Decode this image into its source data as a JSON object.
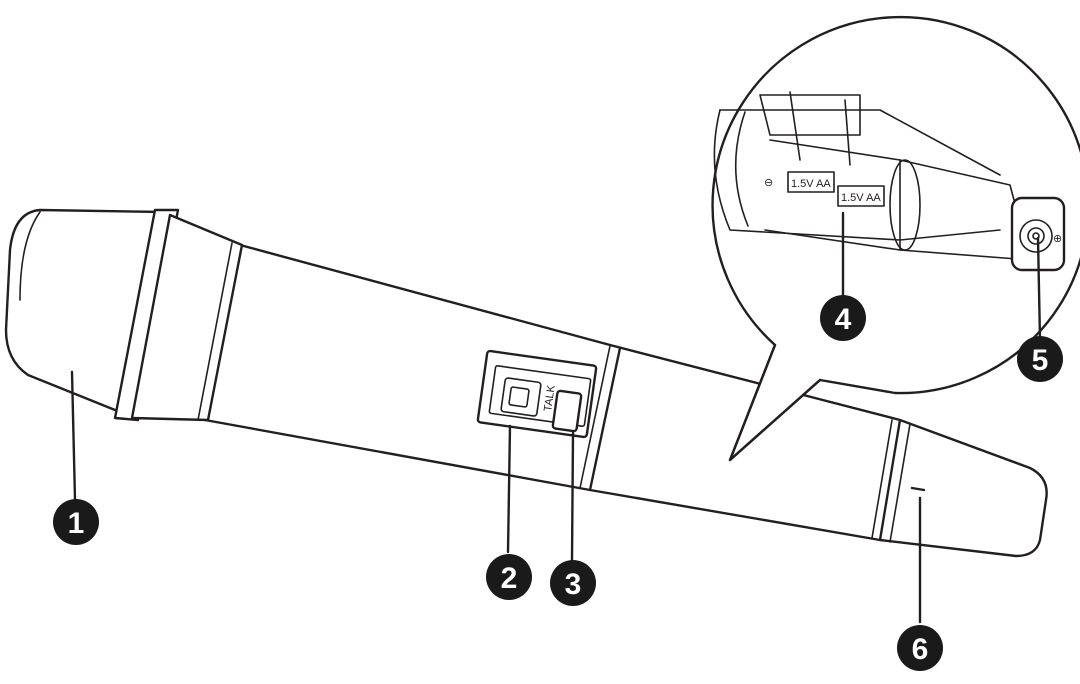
{
  "callouts": {
    "c1": "1",
    "c2": "2",
    "c3": "3",
    "c4": "4",
    "c5": "5",
    "c6": "6"
  },
  "labels": {
    "talk": "TALK",
    "battery_left": "1.5V AA",
    "battery_right": "1.5V AA",
    "minus_symbol": "⊖",
    "plus_symbol": "⊕"
  },
  "colors": {
    "line": "#231f20",
    "callout_fill": "#1a1a1a",
    "background": "#ffffff"
  }
}
